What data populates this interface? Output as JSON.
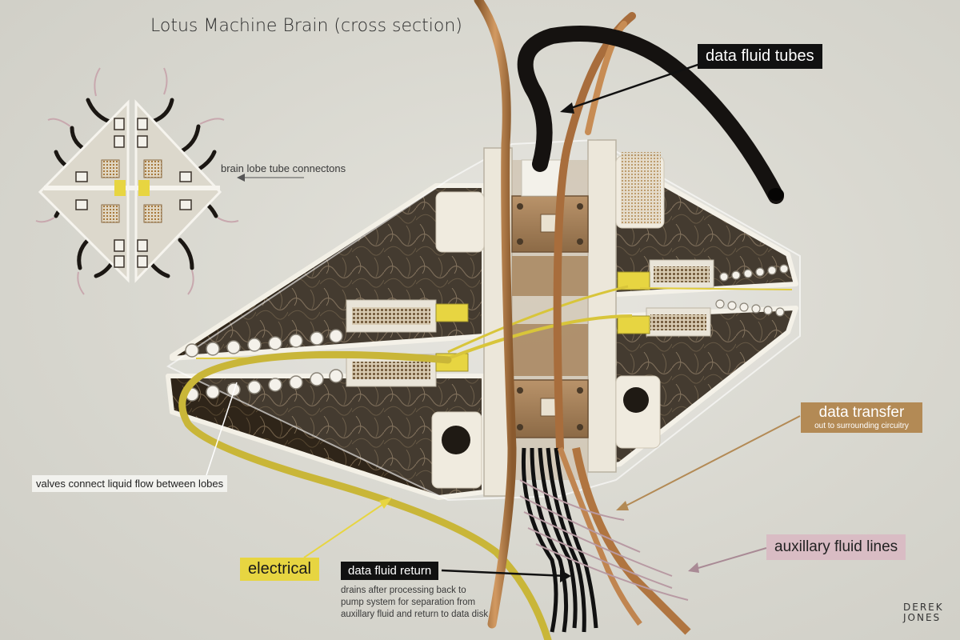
{
  "diagram": {
    "title": "Lotus Machine Brain (cross section)",
    "labels": {
      "data_fluid_tubes": "data fluid tubes",
      "brain_lobe_connections": "brain lobe tube connectons",
      "data_transfer": "data transfer",
      "data_transfer_sub": "out to surrounding circuitry",
      "valves": "valves connect liquid flow between lobes",
      "auxiliary": "auxillary fluid lines",
      "electrical": "electrical",
      "data_fluid_return": "data fluid return",
      "data_fluid_return_note": "drains after processing back to pump system for separation from auxillary fluid and return to data disk"
    },
    "signature": [
      "DEREK",
      "JONES"
    ]
  },
  "colors": {
    "background": "#d9d8d0",
    "electrical_yellow": "#e7d541",
    "transfer_tan": "#b38a55",
    "auxiliary_pink": "#d9bcc4",
    "tube_black": "#111111",
    "tube_copper": "#b8804a",
    "lobe_dark": "#2e2418"
  }
}
